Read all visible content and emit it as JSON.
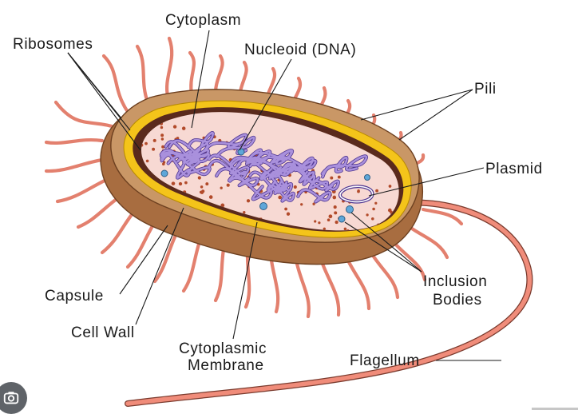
{
  "diagram": {
    "labels": {
      "cytoplasm": "Cytoplasm",
      "ribosomes": "Ribosomes",
      "nucleoid": "Nucleoid (DNA)",
      "pili": "Pili",
      "plasmid": "Plasmid",
      "inclusion_line1": "Inclusion",
      "inclusion_line2": "Bodies",
      "capsule": "Capsule",
      "cell_wall": "Cell Wall",
      "cyto_membrane_line1": "Cytoplasmic",
      "cyto_membrane_line2": "Membrane",
      "flagellum": "Flagellum"
    },
    "colors": {
      "capsule": "#c0895a",
      "capsule_dark": "#8e5a34",
      "cell_wall": "#f3c515",
      "membrane": "#5a2a1c",
      "cytoplasm": "#f7d9d3",
      "dna": "#8b6cc4",
      "ribosome": "#b24a2a",
      "inclusion": "#5fa7d9",
      "pili": "#e3806e"
    }
  },
  "ui": {
    "lens_button_icon": "image-search-icon"
  }
}
